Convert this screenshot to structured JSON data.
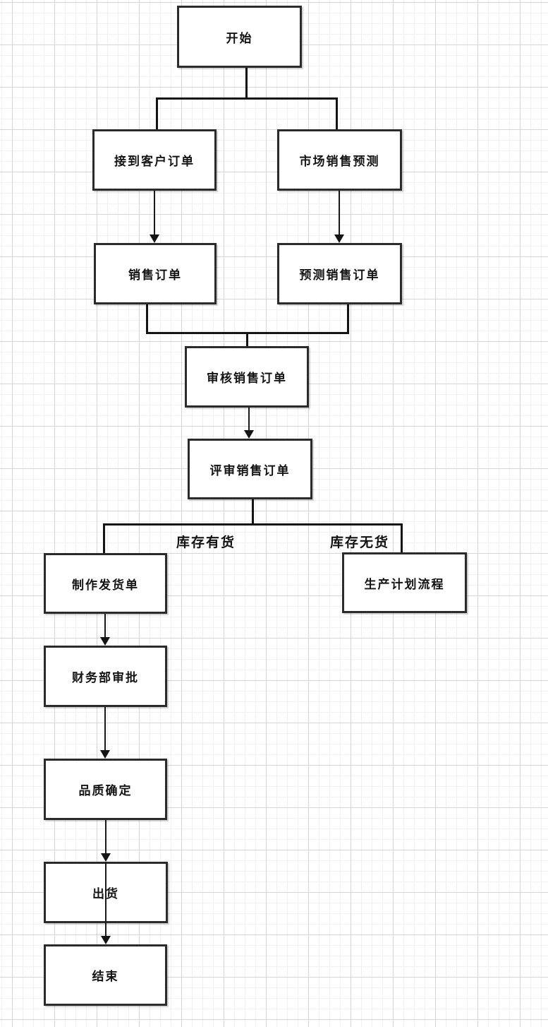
{
  "diagram": {
    "type": "flowchart",
    "language": "zh-CN",
    "nodes": [
      {
        "id": "start",
        "label": "开始"
      },
      {
        "id": "receive-order",
        "label": "接到客户订单"
      },
      {
        "id": "market-forecast",
        "label": "市场销售预测"
      },
      {
        "id": "sales-order",
        "label": "销售订单"
      },
      {
        "id": "forecast-sales-order",
        "label": "预测销售订单"
      },
      {
        "id": "audit-sales-order",
        "label": "审核销售订单"
      },
      {
        "id": "review-sales-order",
        "label": "评审销售订单"
      },
      {
        "id": "make-delivery-note",
        "label": "制作发货单"
      },
      {
        "id": "production-plan",
        "label": "生产计划流程"
      },
      {
        "id": "finance-approval",
        "label": "财务部审批"
      },
      {
        "id": "quality-confirm",
        "label": "品质确定"
      },
      {
        "id": "ship-goods",
        "label": "出货"
      },
      {
        "id": "end",
        "label": "结束"
      }
    ],
    "edge_labels": [
      {
        "id": "in-stock",
        "label": "库存有货"
      },
      {
        "id": "out-of-stock",
        "label": "库存无货"
      }
    ],
    "colors": {
      "background": "#ffffff",
      "grid_minor": "#f1f1f1",
      "grid_major": "#d6d6d6",
      "node_fill": "#ffffff",
      "node_border": "#2b2b2b",
      "connector": "#141414",
      "text": "#141414"
    }
  }
}
